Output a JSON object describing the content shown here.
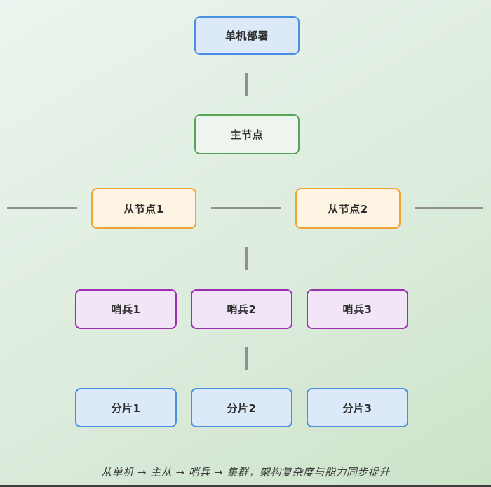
{
  "diagram": {
    "nodes": {
      "standalone": {
        "label": "单机部署",
        "style": "blue"
      },
      "master": {
        "label": "主节点",
        "style": "green"
      },
      "slave1": {
        "label": "从节点1",
        "style": "orange"
      },
      "slave2": {
        "label": "从节点2",
        "style": "orange"
      },
      "sentinel1": {
        "label": "哨兵1",
        "style": "purple"
      },
      "sentinel2": {
        "label": "哨兵2",
        "style": "purple"
      },
      "sentinel3": {
        "label": "哨兵3",
        "style": "purple"
      },
      "shard1": {
        "label": "分片1",
        "style": "blue"
      },
      "shard2": {
        "label": "分片2",
        "style": "blue"
      },
      "shard3": {
        "label": "分片3",
        "style": "blue"
      }
    },
    "caption": "从单机 → 主从 → 哨兵 → 集群，架构复杂度与能力同步提升",
    "colors": {
      "blue_border": "#4a90e2",
      "blue_fill": "#dce9f9",
      "green_border": "#56a65a",
      "green_fill": "#edf5ee",
      "orange_border": "#f0a232",
      "orange_fill": "#fdf4e3",
      "purple_border": "#9c2fb0",
      "purple_fill": "#f3e5f8",
      "connector": "#909090",
      "text": "#2f2f2f",
      "caption": "#3c3c3c",
      "edge": "#3d3d3d",
      "bg_top": "#ebf4ee",
      "bg_mid": "#ddecdd",
      "bg_bottom": "#cce3c9"
    }
  }
}
